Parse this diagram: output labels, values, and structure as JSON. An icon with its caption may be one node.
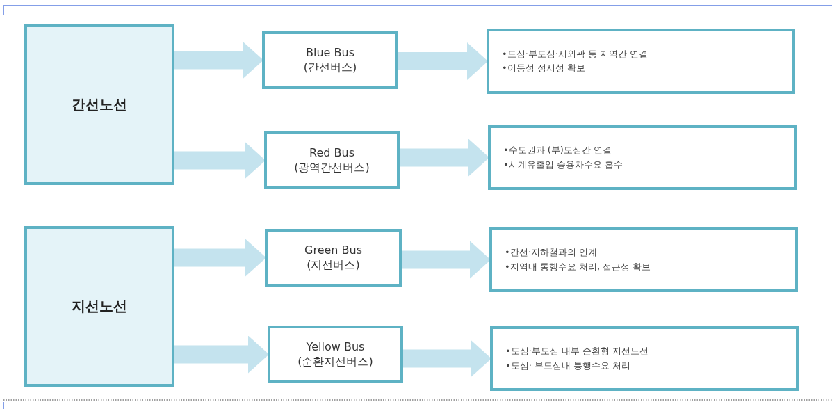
{
  "diagram": {
    "nodes": [
      {
        "text": [
          "간선노선"
        ]
      },
      {
        "text": [
          "Blue Bus (간선버스)"
        ]
      },
      {
        "text": [
          "•도심·부도심·시외곽 등 지역간 연결",
          "•이동성 정시성 확보"
        ]
      },
      {
        "text": [
          "Red Bus (광역간선버스)"
        ]
      },
      {
        "text": [
          "•수도권과 (부)도심간 연결",
          "•시계유출입 승용차수요 흡수"
        ]
      },
      {
        "text": [
          "지선노선"
        ]
      },
      {
        "text": [
          "Green Bus (지선버스)"
        ]
      },
      {
        "text": [
          "•간선·지하철과의 연계",
          "•지역내 통행수요 처리, 접근성 확보"
        ]
      },
      {
        "text": [
          "Yellow Bus (순환지선버스)"
        ]
      },
      {
        "text": [
          "•도심·부도심 내부 순환형 지선노선",
          "•도심· 부도심내 통행수요 처리"
        ]
      }
    ],
    "edges": [
      {
        "from": 0,
        "to": 1,
        "arrow": "to"
      },
      {
        "from": 1,
        "to": 2,
        "arrow": "to"
      },
      {
        "from": 0,
        "to": 3,
        "arrow": "to"
      },
      {
        "from": 3,
        "to": 4,
        "arrow": "to"
      },
      {
        "from": 5,
        "to": 6,
        "arrow": "to"
      },
      {
        "from": 6,
        "to": 7,
        "arrow": "to"
      },
      {
        "from": 5,
        "to": 8,
        "arrow": "to"
      },
      {
        "from": 8,
        "to": 9,
        "arrow": "to"
      }
    ]
  }
}
